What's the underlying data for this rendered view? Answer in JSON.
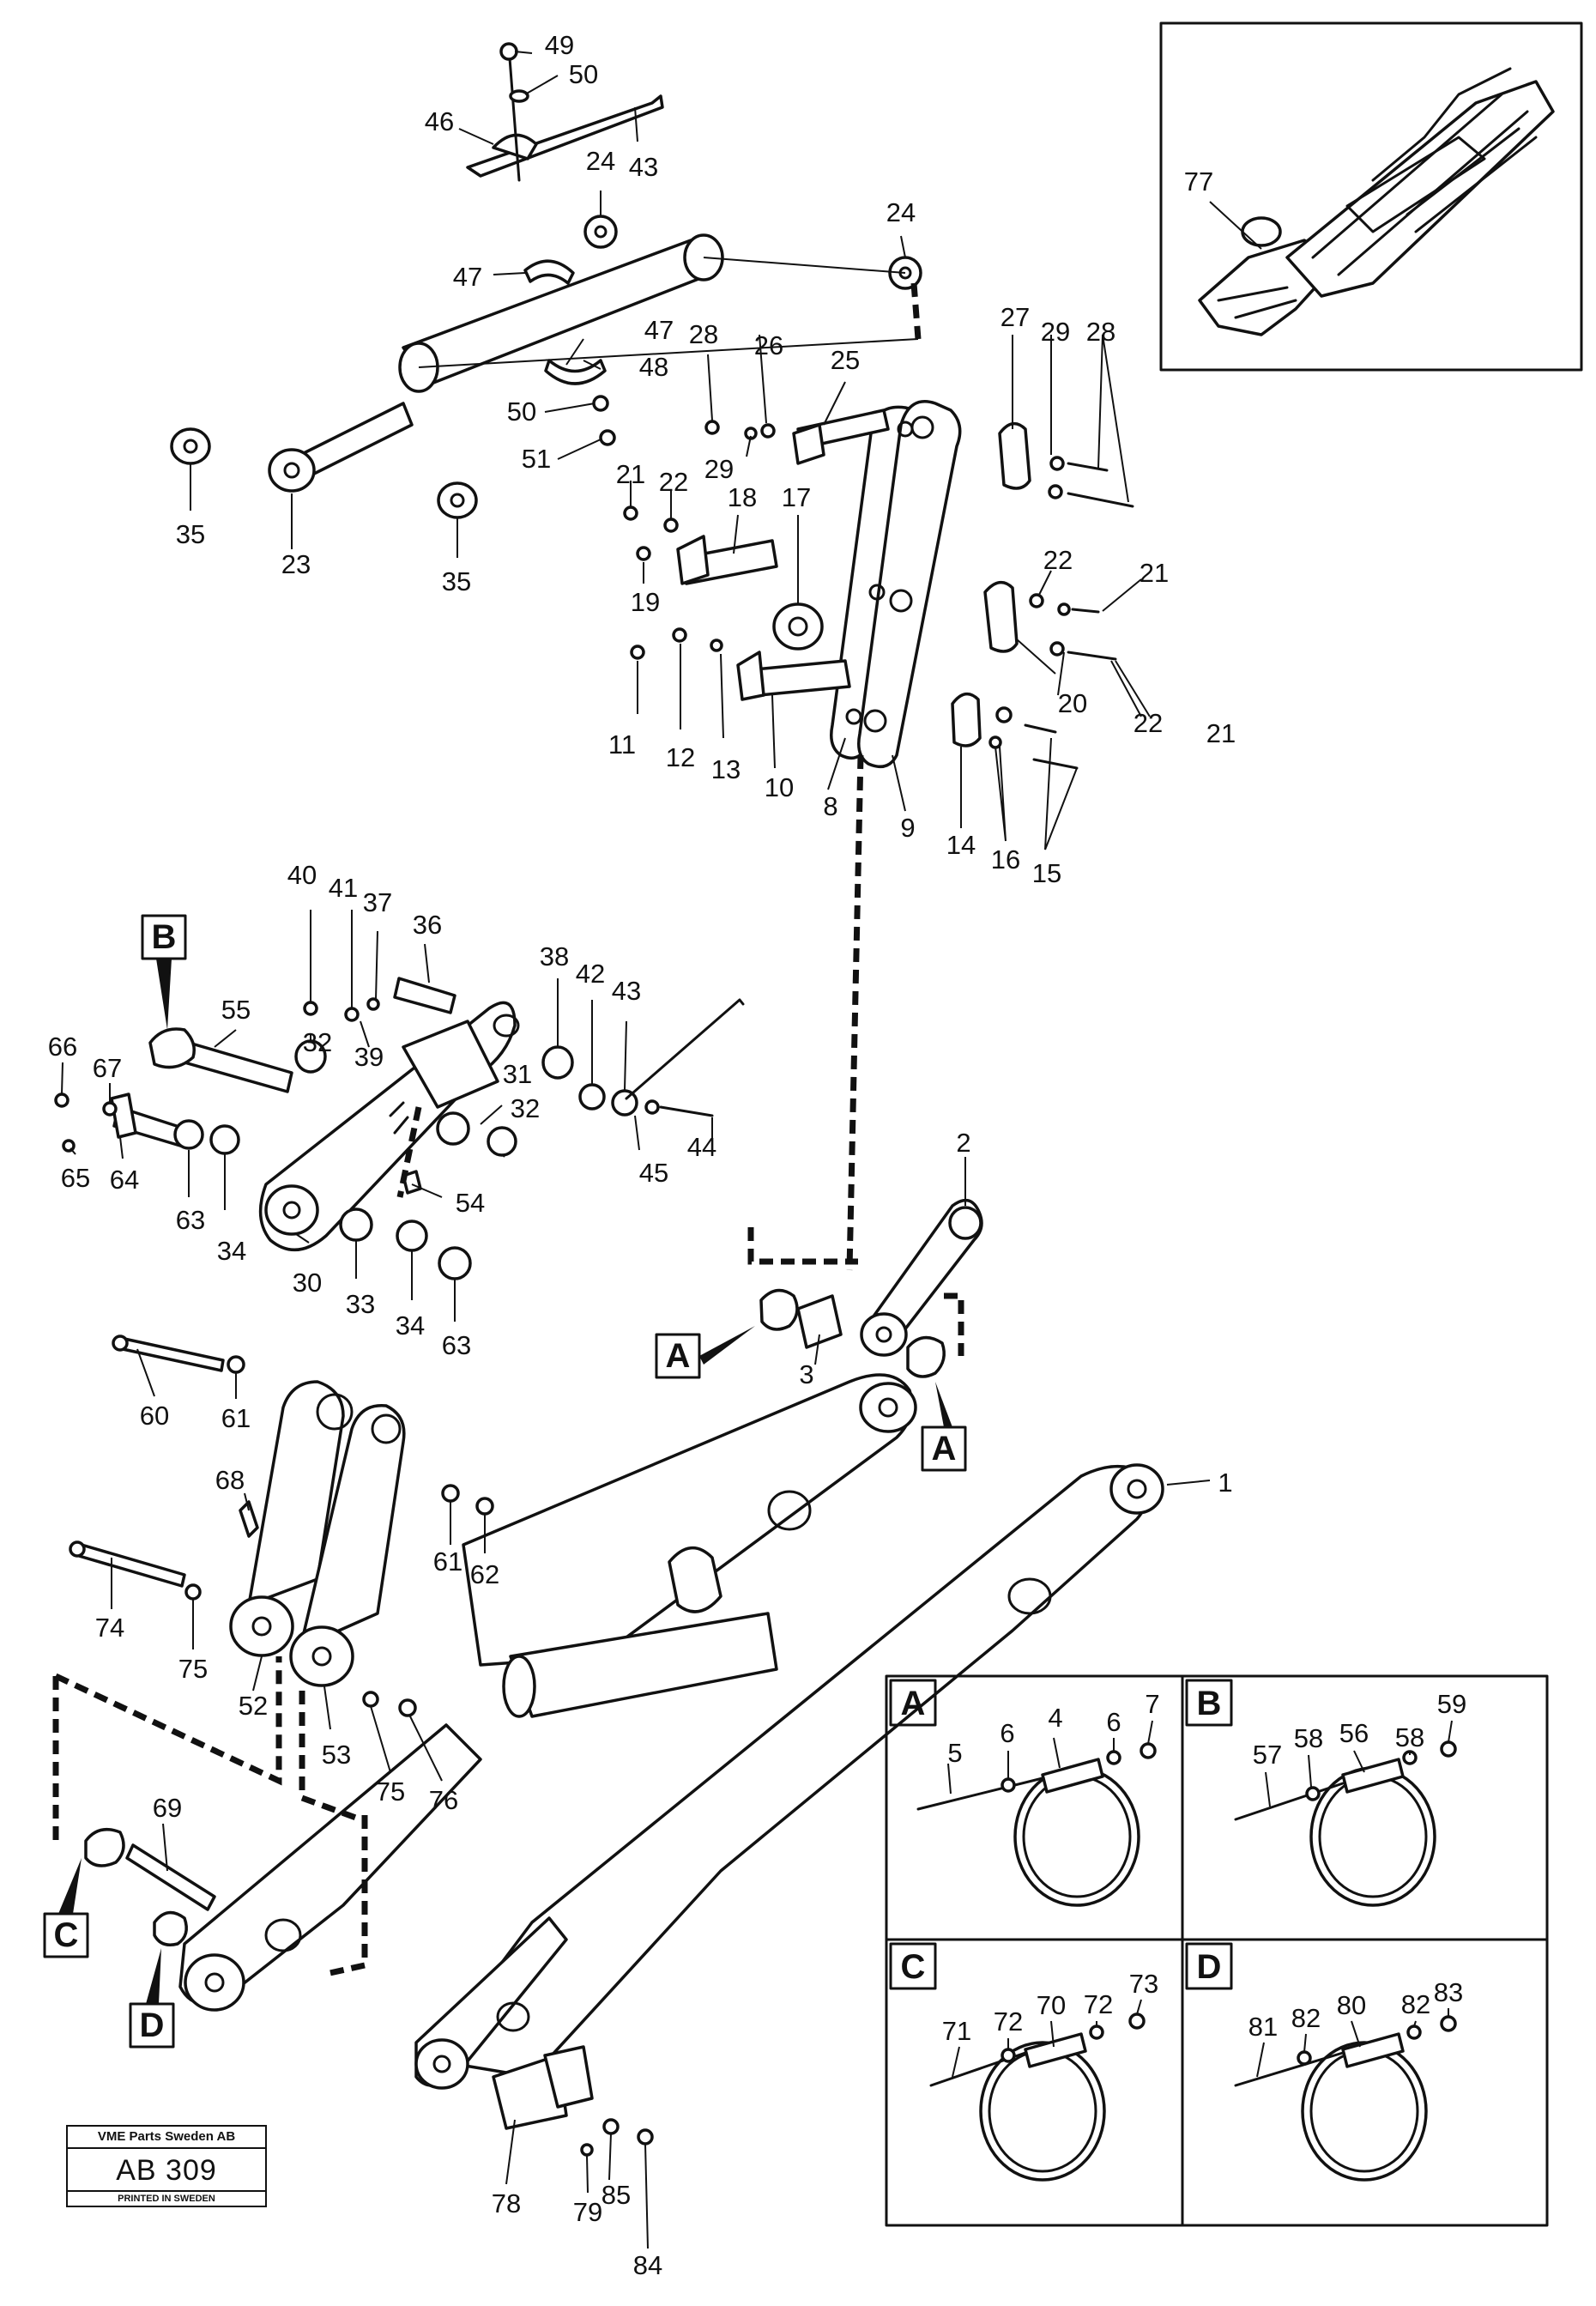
{
  "stamp": {
    "company": "VME Parts Sweden AB",
    "code": "AB 309",
    "printed": "PRINTED IN SWEDEN"
  },
  "callouts": {
    "c1": "1",
    "c2": "2",
    "c3": "3",
    "c4": "4",
    "c5": "5",
    "c6a": "6",
    "c6b": "6",
    "c7": "7",
    "c8": "8",
    "c9": "9",
    "c10": "10",
    "c11": "11",
    "c12": "12",
    "c13": "13",
    "c14": "14",
    "c15": "15",
    "c16": "16",
    "c17": "17",
    "c18": "18",
    "c19": "19",
    "c20": "20",
    "c21a": "21",
    "c21b": "21",
    "c21c": "21",
    "c22a": "22",
    "c22b": "22",
    "c22c": "22",
    "c23": "23",
    "c24a": "24",
    "c24b": "24",
    "c25": "25",
    "c26": "26",
    "c27": "27",
    "c28a": "28",
    "c28b": "28",
    "c29a": "29",
    "c29b": "29",
    "c30": "30",
    "c31": "31",
    "c32a": "32",
    "c32b": "32",
    "c33": "33",
    "c34a": "34",
    "c34b": "34",
    "c35a": "35",
    "c35b": "35",
    "c36": "36",
    "c37": "37",
    "c38": "38",
    "c39": "39",
    "c40": "40",
    "c41": "41",
    "c42": "42",
    "c43a": "43",
    "c43b": "43",
    "c44": "44",
    "c45": "45",
    "c46": "46",
    "c47a": "47",
    "c47b": "47",
    "c48": "48",
    "c49": "49",
    "c50a": "50",
    "c50b": "50",
    "c51": "51",
    "c52": "52",
    "c53": "53",
    "c54": "54",
    "c55": "55",
    "c56": "56",
    "c57": "57",
    "c58a": "58",
    "c58b": "58",
    "c59": "59",
    "c60": "60",
    "c61a": "61",
    "c61b": "61",
    "c62": "62",
    "c63a": "63",
    "c63b": "63",
    "c64": "64",
    "c65": "65",
    "c66": "66",
    "c67": "67",
    "c68": "68",
    "c69": "69",
    "c70": "70",
    "c71": "71",
    "c72a": "72",
    "c72b": "72",
    "c73": "73",
    "c74": "74",
    "c75a": "75",
    "c75b": "75",
    "c76": "76",
    "c77": "77",
    "c78": "78",
    "c79": "79",
    "c80": "80",
    "c81": "81",
    "c82a": "82",
    "c82b": "82",
    "c83": "83",
    "c84": "84",
    "c85": "85"
  },
  "refs": {
    "A1": "A",
    "A2": "A",
    "B": "B",
    "C": "C",
    "D": "D"
  },
  "detail_boxes": {
    "A": "A",
    "B": "B",
    "C": "C",
    "D": "D"
  }
}
